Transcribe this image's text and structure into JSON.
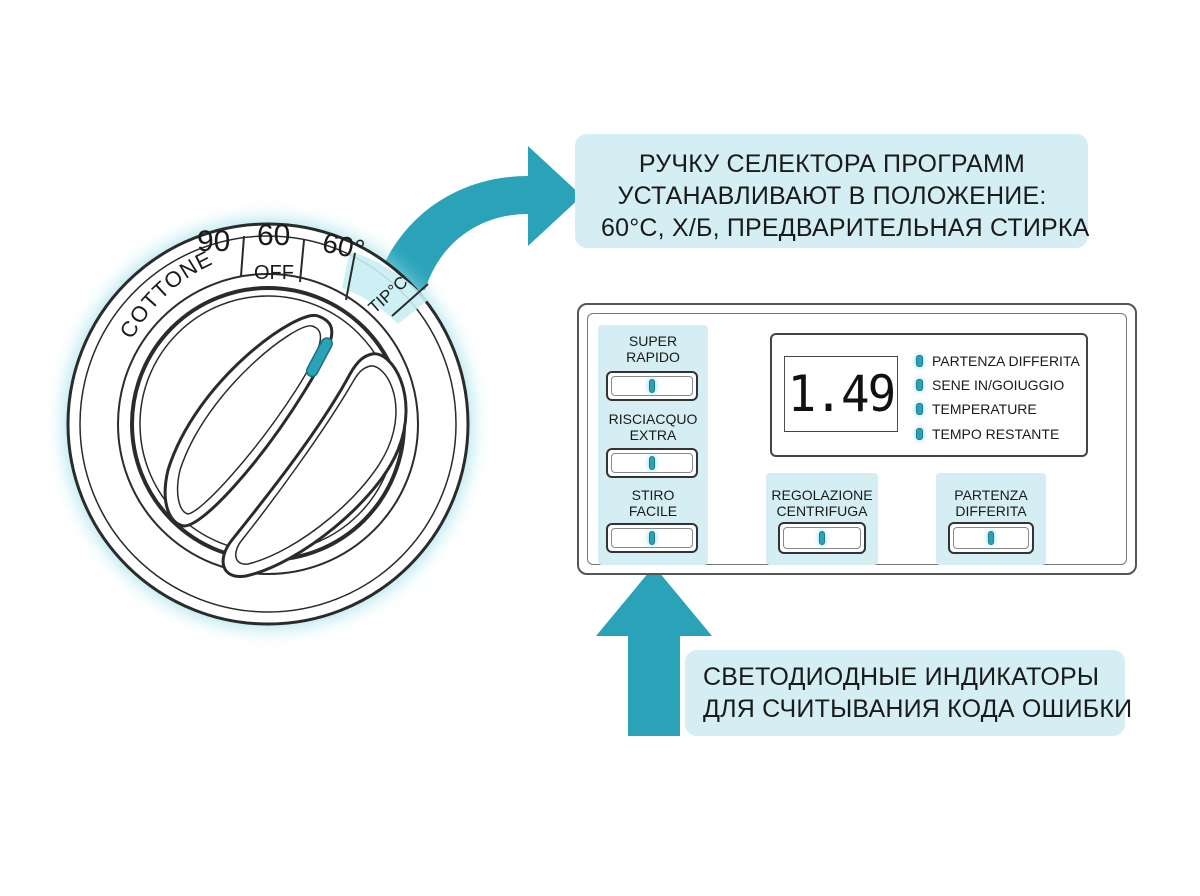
{
  "dial": {
    "labels": {
      "cottone": "COTTONE",
      "t90": "90",
      "t60": "60",
      "off": "OFF",
      "t60deg": "60°",
      "tipc": "TIP°C"
    }
  },
  "callout_program": {
    "lines": [
      "РУЧКУ СЕЛЕКТОРА ПРОГРАММ",
      "УСТАНАВЛИВАЮТ В ПОЛОЖЕНИЕ:",
      "60°C, Х/Б, ПРЕДВАРИТЕЛЬНАЯ СТИРКА"
    ]
  },
  "callout_leds": {
    "lines": [
      "СВЕТОДИОДНЫЕ ИНДИКАТОРЫ",
      "ДЛЯ СЧИТЫВАНИЯ КОДА ОШИБКИ"
    ]
  },
  "panel": {
    "buttons": [
      {
        "line1": "SUPER",
        "line2": "RAPIDO"
      },
      {
        "line1": "RISCIACQUO",
        "line2": "EXTRA"
      },
      {
        "line1": "STIRO",
        "line2": "FACILE"
      },
      {
        "line1": "REGOLAZIONE",
        "line2": "CENTRIFUGA"
      },
      {
        "line1": "PARTENZA",
        "line2": "DIFFERITA"
      }
    ],
    "display": {
      "value": "1.49",
      "indicators": [
        "PARTENZA DIFFERITA",
        "SENE IN/GOIUGGIO",
        "TEMPERATURE",
        "TEMPO RESTANTE"
      ]
    }
  },
  "colors": {
    "accent": "#2aa3b8",
    "callout_bg": "#d4eef3",
    "glow": "#7fd5e3",
    "line": "#333333"
  }
}
